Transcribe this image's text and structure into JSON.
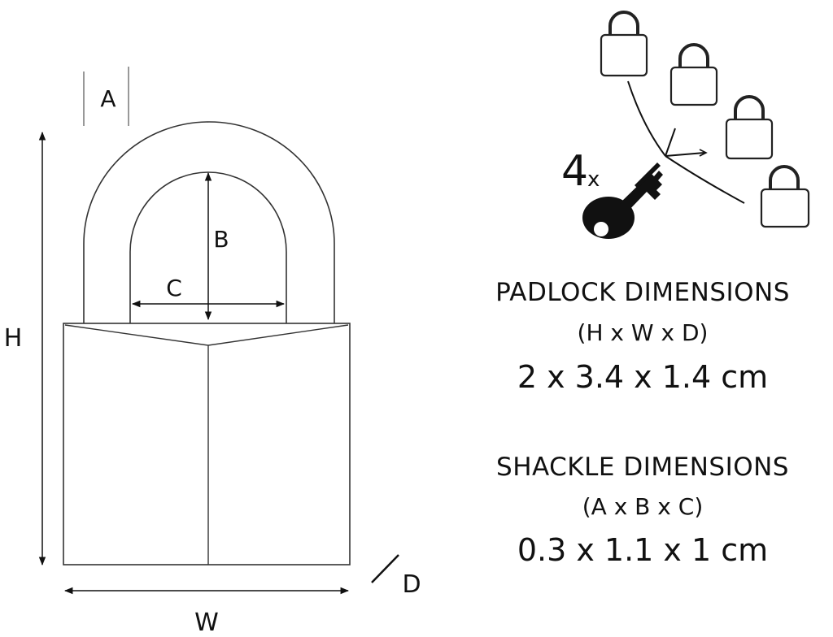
{
  "labels": {
    "A": "A",
    "B": "B",
    "C": "C",
    "H": "H",
    "W": "W",
    "D": "D"
  },
  "keys": {
    "count": "4",
    "multiplier": "x",
    "padlock_count": 4
  },
  "padlock": {
    "title": "PADLOCK DIMENSIONS",
    "formula": "(H x W x D)",
    "value": "2 x 3.4 x 1.4 cm"
  },
  "shackle": {
    "title": "SHACKLE DIMENSIONS",
    "formula": "(A x B x C)",
    "value": "0.3 x 1.1 x 1 cm"
  }
}
